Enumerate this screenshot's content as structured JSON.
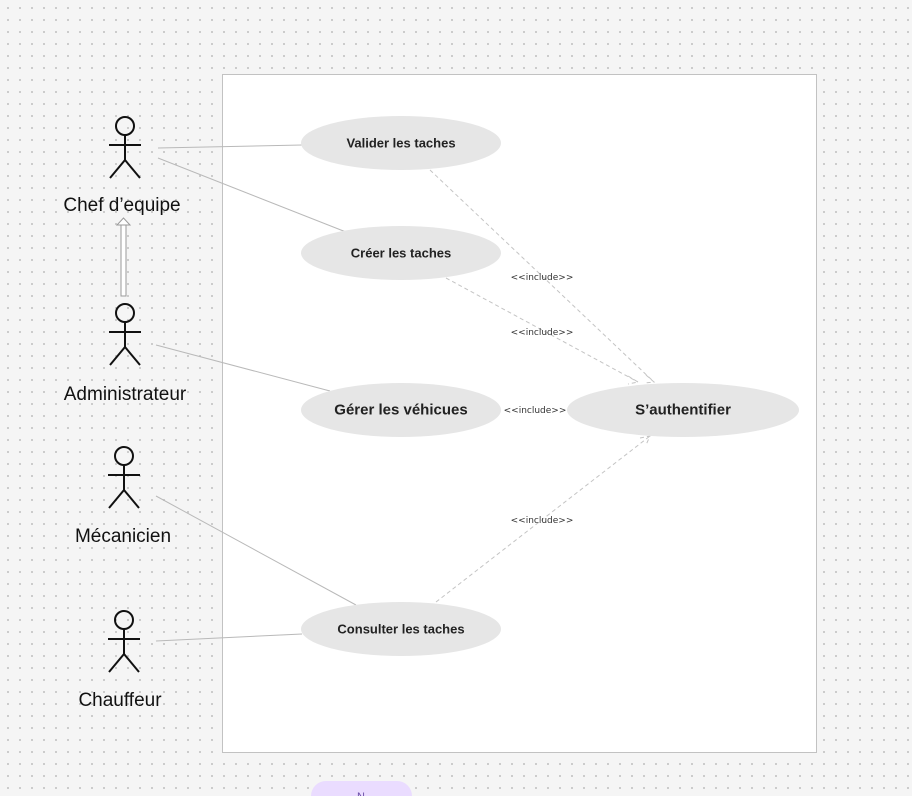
{
  "actors": {
    "chef": "Chef d’equipe",
    "admin": "Administrateur",
    "mecanicien": "Mécanicien",
    "chauffeur": "Chauffeur"
  },
  "use_cases": {
    "valider": "Valider les taches",
    "creer": "Créer les taches",
    "gerer": "Gérer les véhicues",
    "authentifier": "S’authentifier",
    "consulter": "Consulter les taches"
  },
  "relations": {
    "include": "<<include>>"
  },
  "bottom_pill": {
    "label": "N"
  }
}
